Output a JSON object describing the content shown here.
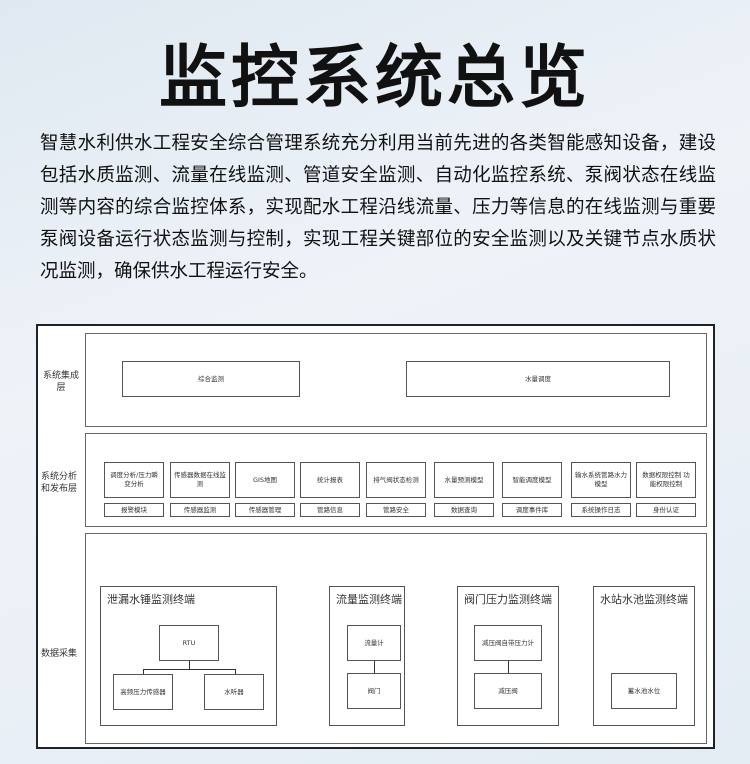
{
  "title": "监控系统总览",
  "intro": "智慧水利供水工程安全综合管理系统充分利用当前先进的各类智能感知设备，建设包括水质监测、流量在线监测、管道安全监测、自动化监控系统、泵阀状态在线监测等内容的综合监控体系，实现配水工程沿线流量、压力等信息的在线监测与重要泵阀设备运行状态监测与控制，实现工程关键部位的安全监测以及关键节点水质状况监测，确保供水工程运行安全。",
  "layers": {
    "integration": {
      "label": "系统集成层",
      "items": [
        "综合监测",
        "水量调度"
      ]
    },
    "analysis": {
      "label": "系统分析和发布层",
      "top": [
        "调度分析/压力瞬变分析",
        "传感器数据在线监测",
        "GIS地图",
        "统计报表",
        "排气阀状态检测",
        "水量预测模型",
        "智能调度模型",
        "输水系统管路水力模型",
        "数据权限控制 功能权限控制"
      ],
      "bottom": [
        "报警模块",
        "传感器监测",
        "传感器管理",
        "管路信息",
        "管路安全",
        "数据查询",
        "调度事件库",
        "系统操作日志",
        "身份认证"
      ]
    },
    "collection": {
      "label": "数据采集",
      "terminals": [
        {
          "title": "泄漏水锤监测终端",
          "items": [
            "RTU",
            "高频压力传感器",
            "水听器"
          ]
        },
        {
          "title": "流量监测终端",
          "items": [
            "流量计",
            "阀门"
          ]
        },
        {
          "title": "阀门压力监测终端",
          "items": [
            "减压阀自带压力计",
            "减压阀"
          ]
        },
        {
          "title": "水站水池监测终端",
          "items": [
            "蓄水池水位"
          ]
        }
      ]
    }
  }
}
